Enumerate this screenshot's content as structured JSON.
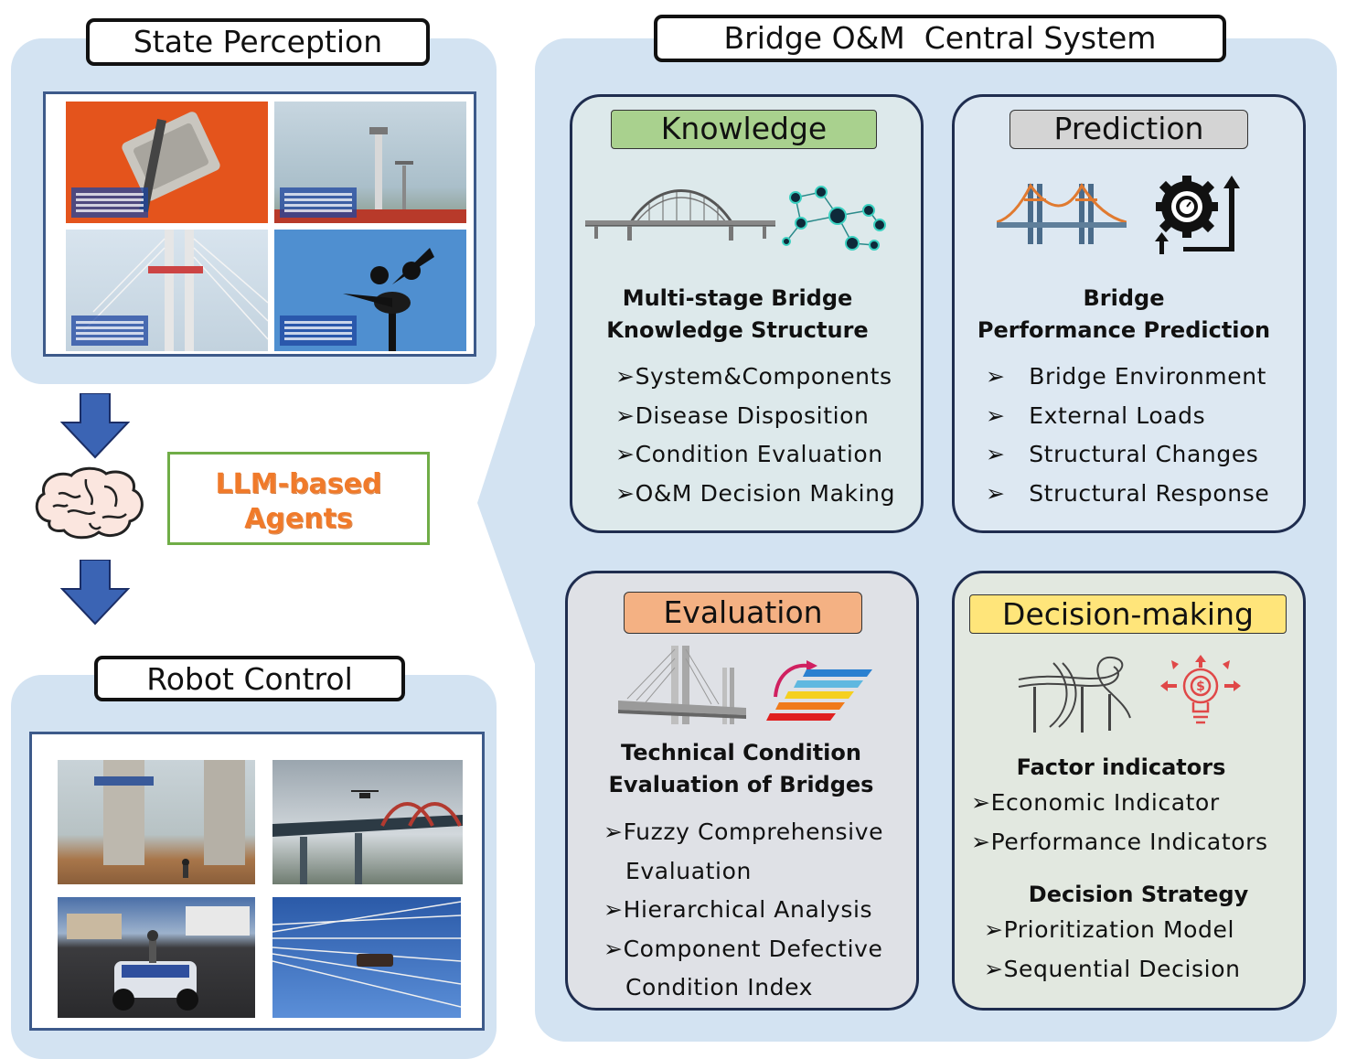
{
  "state_perception": {
    "title": "State Perception"
  },
  "robot_control": {
    "title": "Robot Control"
  },
  "central": {
    "title": "Bridge O&M  Central System"
  },
  "agents": {
    "label_line1": "LLM-based",
    "label_line2": "Agents",
    "color": "#f07a2a"
  },
  "knowledge": {
    "header": "Knowledge",
    "header_color": "#a9d18e",
    "title_line1": "Multi-stage Bridge",
    "title_line2": "Knowledge Structure",
    "items": [
      "System&Components",
      "Disease Disposition",
      "Condition Evaluation",
      "O&M Decision Making"
    ]
  },
  "prediction": {
    "header": "Prediction",
    "header_color": "#d4d4d4",
    "title_line1": "Bridge",
    "title_line2": "Performance Prediction",
    "items": [
      "Bridge Environment",
      "External Loads",
      "Structural Changes",
      "Structural Response"
    ]
  },
  "evaluation": {
    "header": "Evaluation",
    "header_color": "#f4b183",
    "title_line1": "Technical Condition",
    "title_line2": "Evaluation of Bridges",
    "items": [
      "Fuzzy Comprehensive",
      "Evaluation",
      "Hierarchical Analysis",
      "Component Defective",
      "Condition Index"
    ]
  },
  "decision": {
    "header": "Decision-making",
    "header_color": "#ffe57a",
    "factor_title": "Factor indicators",
    "factor_items": [
      "Economic Indicator",
      "Performance Indicators"
    ],
    "strategy_title": "Decision Strategy",
    "strategy_items": [
      "Prioritization Model",
      "Sequential Decision"
    ]
  },
  "icons": [
    "down-arrow-icon",
    "brain-icon",
    "arch-bridge-icon",
    "knowledge-graph-icon",
    "suspension-bridge-icon",
    "gear-arrows-icon",
    "cable-stayed-bridge-icon",
    "staircase-chart-icon",
    "interchange-icon",
    "idea-money-bulb-icon"
  ]
}
